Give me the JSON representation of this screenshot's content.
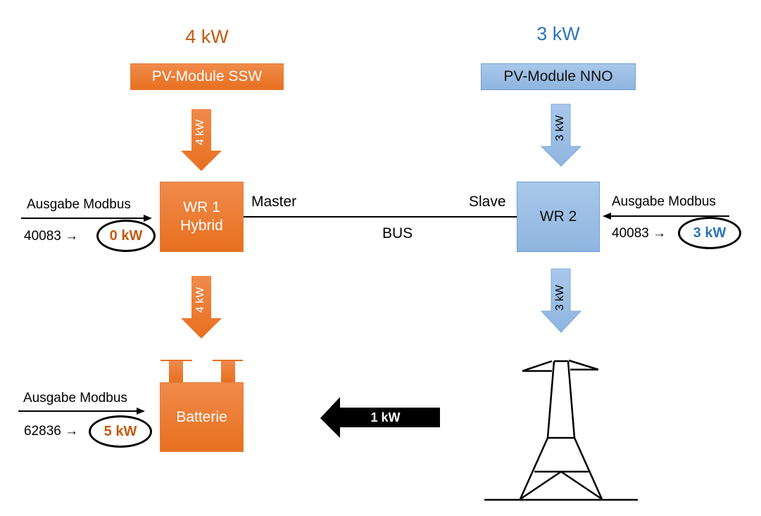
{
  "left": {
    "power_title": "4 kW",
    "pv_module": "PV-Module SSW",
    "pv_to_inverter_flow": "4 kW",
    "inverter_line1": "WR 1",
    "inverter_line2": "Hybrid",
    "inverter_role": "Master",
    "modbus_label": "Ausgabe Modbus",
    "modbus_register": "40083",
    "modbus_arrow": "→",
    "modbus_value": "0 kW",
    "inverter_to_battery_flow": "4 kW",
    "battery_label": "Batterie",
    "battery_modbus_label": "Ausgabe Modbus",
    "battery_modbus_register": "62836",
    "battery_modbus_arrow": "→",
    "battery_modbus_value": "5 kW"
  },
  "right": {
    "power_title": "3 kW",
    "pv_module": "PV-Module NNO",
    "pv_to_inverter_flow": "3 kW",
    "inverter_label": "WR 2",
    "inverter_role": "Slave",
    "modbus_label": "Ausgabe Modbus",
    "modbus_register": "40083",
    "modbus_arrow": "→",
    "modbus_value": "3 kW",
    "inverter_to_grid_flow": "3 kW"
  },
  "bus_label": "BUS",
  "grid_to_battery_flow": "1 kW",
  "colors": {
    "orange": "#ed7d31",
    "orange_text": "#c55a11",
    "blue": "#9dc3e6",
    "blue_text": "#2e75b6",
    "black": "#000000"
  }
}
